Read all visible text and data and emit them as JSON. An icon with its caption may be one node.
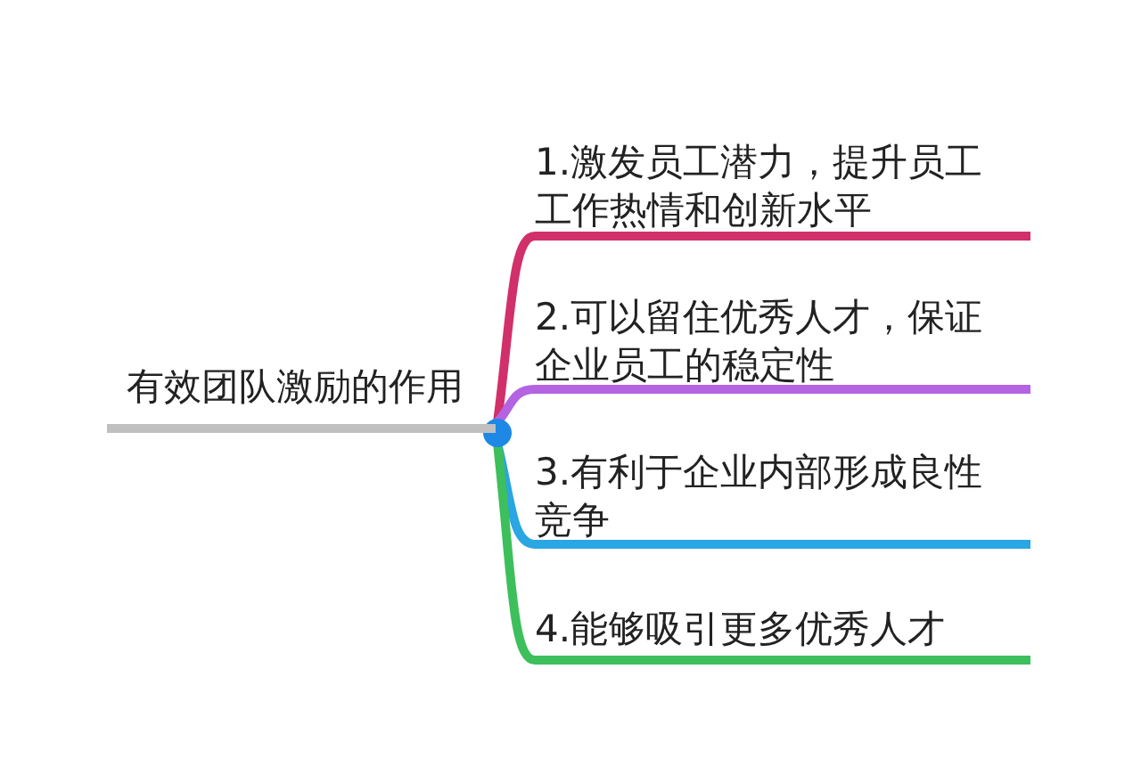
{
  "diagram": {
    "nodes": [
      {
        "text": [
          "有效团队激励的作用"
        ]
      },
      {
        "text": [],
        "shape": "circle"
      },
      {
        "text": [
          "1.激发员工潜力，提升员工工作热情和创新水平"
        ]
      },
      {
        "text": [
          "2.可以留住优秀人才，保证企业员工的稳定性"
        ]
      },
      {
        "text": [
          "3.有利于企业内部形成良性竞争"
        ]
      },
      {
        "text": [
          "4.能够吸引更多优秀人才"
        ]
      }
    ],
    "edges": [
      {
        "from": 1,
        "to": 2,
        "arrow": "none",
        "color": "#d1306a"
      },
      {
        "from": 1,
        "to": 3,
        "arrow": "none",
        "color": "#b463e3"
      },
      {
        "from": 1,
        "to": 4,
        "arrow": "none",
        "color": "#2aa6e2"
      },
      {
        "from": 1,
        "to": 5,
        "arrow": "none",
        "color": "#3dbf5c"
      }
    ]
  }
}
